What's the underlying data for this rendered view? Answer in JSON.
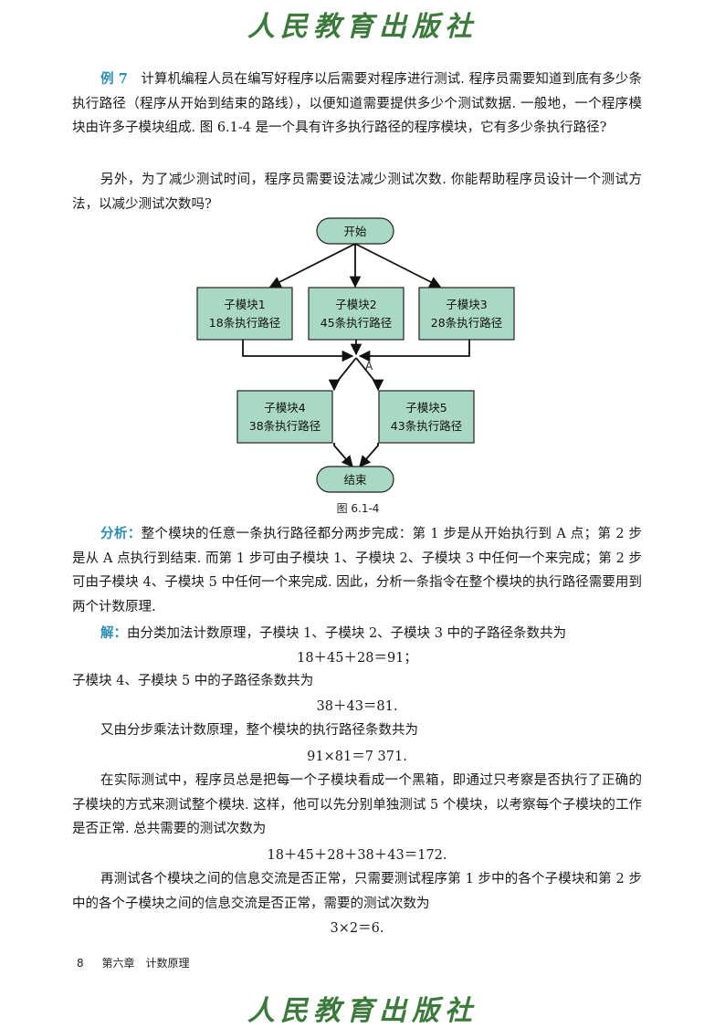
{
  "header": {
    "logo": "人民教育出版社"
  },
  "example": {
    "label": "例 7",
    "text_1": "计算机编程人员在编写好程序以后需要对程序进行测试. 程序员需要知道到底有多少条执行路径（程序从开始到结束的路线），以便知道需要提供多少个测试数据. 一般地，一个程序模块由许多子模块组成. 图 6.1-4 是一个具有许多执行路径的程序模块，它有多少条执行路径?",
    "text_2": "另外，为了减少测试时间，程序员需要设法减少测试次数. 你能帮助程序员设计一个测试方法，以减少测试次数吗?"
  },
  "diagram": {
    "start": "开始",
    "end": "结束",
    "point": "A",
    "caption": "图 6.1-4",
    "modules": [
      {
        "name": "子模块1",
        "paths": "18条执行路径"
      },
      {
        "name": "子模块2",
        "paths": "45条执行路径"
      },
      {
        "name": "子模块3",
        "paths": "28条执行路径"
      },
      {
        "name": "子模块4",
        "paths": "38条执行路径"
      },
      {
        "name": "子模块5",
        "paths": "43条执行路径"
      }
    ]
  },
  "analysis": {
    "label": "分析：",
    "text": "整个模块的任意一条执行路径都分两步完成：第 1 步是从开始执行到 A 点；第 2 步是从 A 点执行到结束. 而第 1 步可由子模块 1、子模块 2、子模块 3 中任何一个来完成；第 2 步可由子模块 4、子模块 5 中任何一个来完成. 因此，分析一条指令在整个模块的执行路径需要用到两个计数原理."
  },
  "solution": {
    "label": "解：",
    "text_1": "由分类加法计数原理，子模块 1、子模块 2、子模块 3 中的子路径条数共为",
    "formula_1": "18＋45＋28＝91；",
    "text_2": "子模块 4、子模块 5 中的子路径条数共为",
    "formula_2": "38＋43＝81.",
    "text_3": "又由分步乘法计数原理，整个模块的执行路径条数共为",
    "formula_3": "91×81＝7 371.",
    "text_4": "在实际测试中，程序员总是把每一个子模块看成一个黑箱，即通过只考察是否执行了正确的子模块的方式来测试整个模块. 这样，他可以先分别单独测试 5 个模块，以考察每个子模块的工作是否正常. 总共需要的测试次数为",
    "formula_4": "18＋45＋28＋38＋43＝172.",
    "text_5": "再测试各个模块之间的信息交流是否正常，只需要测试程序第 1 步中的各个子模块和第 2 步中的各个子模块之间的信息交流是否正常，需要的测试次数为",
    "formula_5": "3×2＝6."
  },
  "footer": {
    "page": "8",
    "chapter": "第六章　计数原理",
    "logo": "人民教育出版社"
  },
  "colors": {
    "keyword": "#2a8fb5",
    "node_fill": "#a9d9c5",
    "logo": "#3c7a3c"
  }
}
